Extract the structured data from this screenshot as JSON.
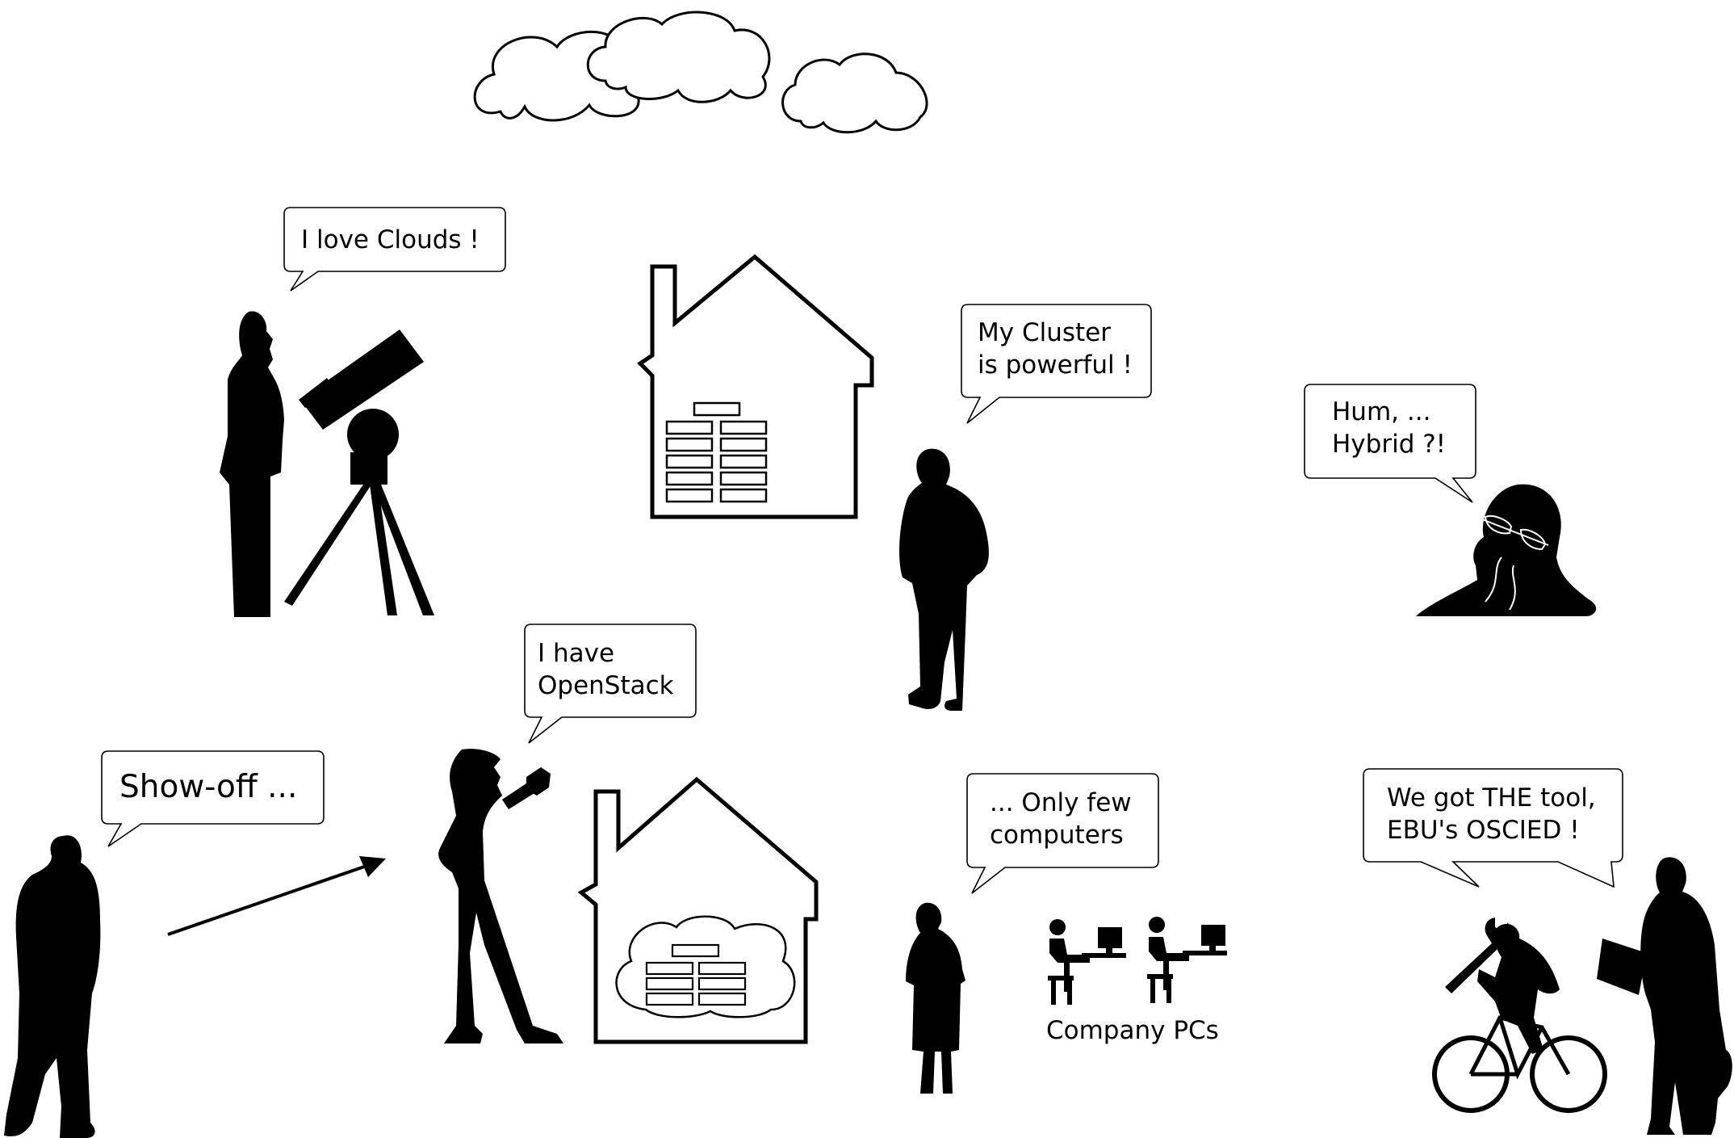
{
  "bubbles": {
    "clouds": "I love Clouds !",
    "cluster_line1": "My Cluster",
    "cluster_line2": "is powerful !",
    "hybrid_line1": "Hum, ...",
    "hybrid_line2": "Hybrid ?!",
    "openstack_line1": "I have",
    "openstack_line2": "OpenStack",
    "showoff": "Show-off ...",
    "few_line1": "... Only few",
    "few_line2": "computers",
    "tool_line1": "We got THE tool,",
    "tool_line2": "EBU's OSCIED !"
  },
  "labels": {
    "company_pcs": "Company PCs"
  }
}
